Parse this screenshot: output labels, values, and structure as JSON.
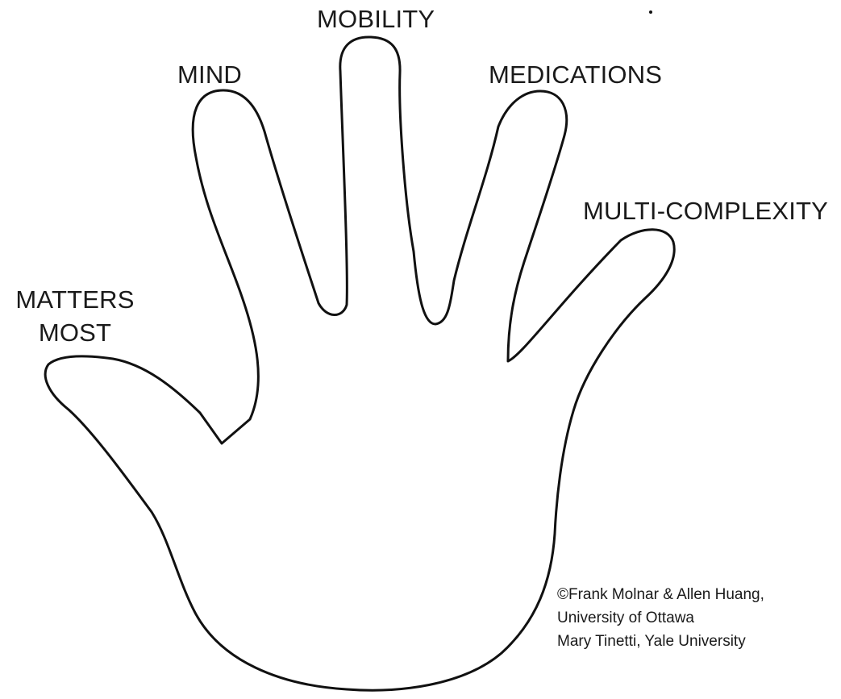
{
  "diagram": {
    "fingers": {
      "mobility": "MOBILITY",
      "mind": "MIND",
      "medications": "MEDICATIONS",
      "multi_complexity": "MULTI-COMPLEXITY",
      "matters_most_line1": "MATTERS",
      "matters_most_line2": "MOST"
    },
    "credits": {
      "line1": "©Frank Molnar & Allen Huang,",
      "line2": "University of Ottawa",
      "line3": "Mary Tinetti, Yale University"
    }
  }
}
